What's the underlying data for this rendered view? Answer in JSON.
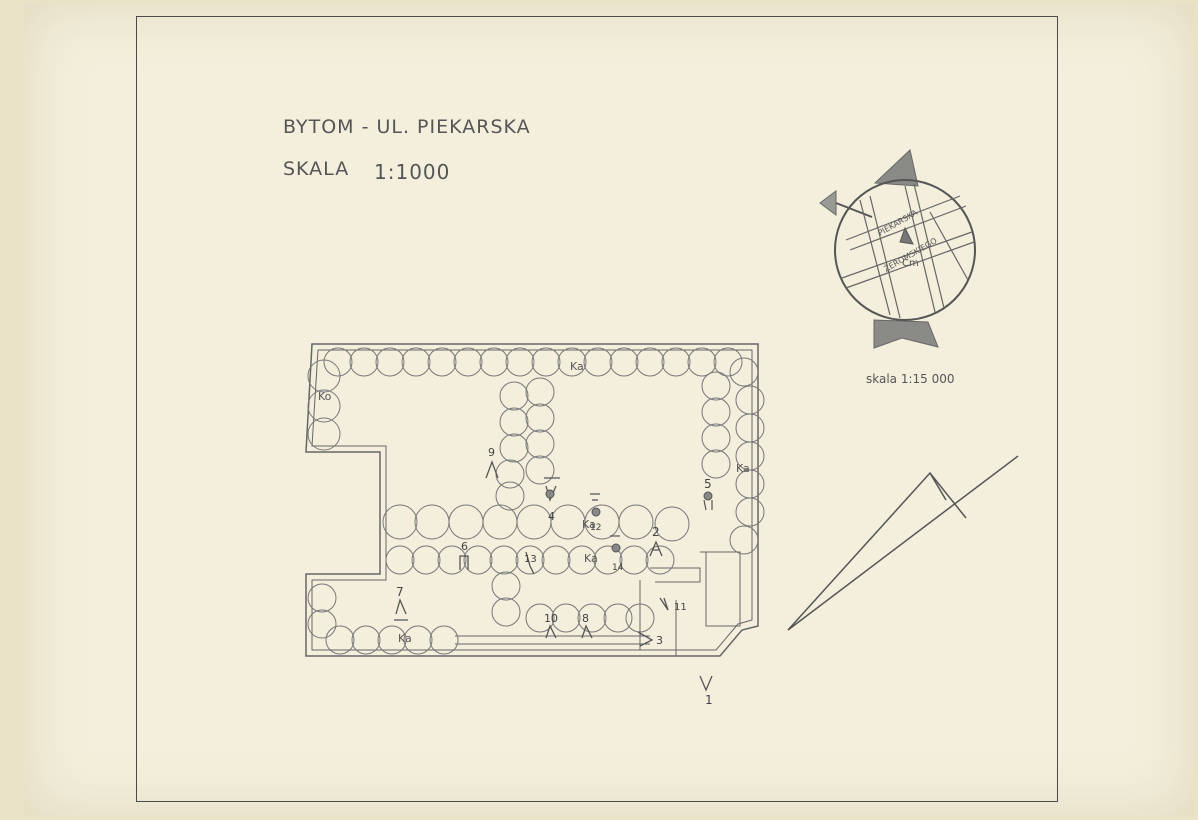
{
  "title": "BYTOM - UL. PIEKARSKA",
  "scale_label": "SKALA",
  "scale_ratio": "1:1000",
  "inset": {
    "scale": "skala 1:15 000",
    "street_labels": [
      "PIEKARSKA",
      "ŻEROMSKIEGO"
    ],
    "site_label": "Cm"
  },
  "plan": {
    "vegetation_label": "Ka",
    "vegetation_label_alt": "Ko",
    "grave_numbers": [
      "1",
      "2",
      "3",
      "4",
      "5",
      "6",
      "7",
      "8",
      "9",
      "10",
      "11",
      "12",
      "13",
      "14"
    ]
  }
}
